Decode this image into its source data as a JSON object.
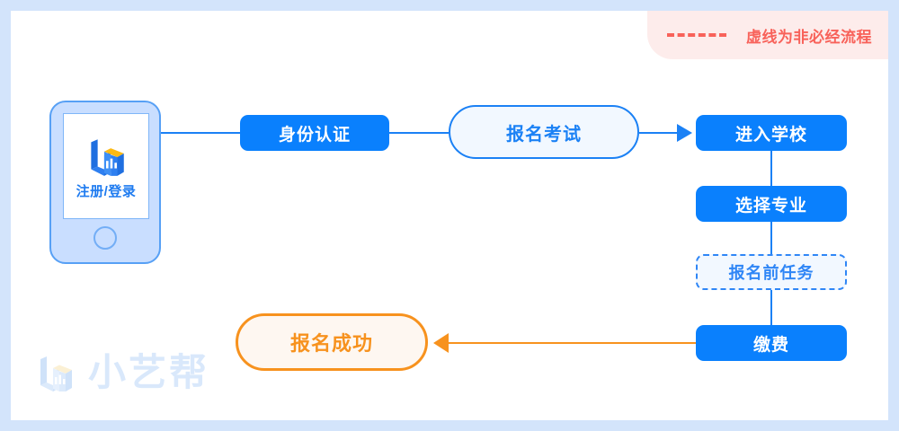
{
  "legend": {
    "dash_icon": "dashed-line-icon",
    "text": "虚线为非必经流程",
    "text_color": "#f8625a",
    "background_color": "#fdeceb"
  },
  "phone": {
    "icon": "app-logo-icon",
    "label": "注册/登录",
    "body_color": "#c9deff",
    "border_color": "#57a0f5",
    "label_color": "#1e7bf0",
    "home_button": "home-button-circle"
  },
  "nodes": {
    "identity": {
      "label": "身份认证",
      "style": "solid-blue",
      "color": "#0a80fd"
    },
    "exam": {
      "label": "报名考试",
      "style": "pill-outline-blue",
      "color": "#1b81f5"
    },
    "school": {
      "label": "进入学校",
      "style": "solid-blue",
      "color": "#0a80fd"
    },
    "major": {
      "label": "选择专业",
      "style": "solid-blue",
      "color": "#0a80fd"
    },
    "pretask": {
      "label": "报名前任务",
      "style": "dashed-blue",
      "color": "#2f86f6"
    },
    "payment": {
      "label": "缴费",
      "style": "solid-blue",
      "color": "#0a80fd"
    },
    "success": {
      "label": "报名成功",
      "style": "pill-outline-orange",
      "color": "#f7921e"
    }
  },
  "connectors": {
    "phone_to_identity": "line-horizontal",
    "identity_to_exam": "line-horizontal",
    "exam_to_school": "arrow-right",
    "school_to_major": "line-vertical",
    "major_to_pretask": "line-vertical",
    "pretask_to_payment": "line-vertical",
    "payment_to_success": "arrow-left"
  },
  "watermark": {
    "icon": "brand-logo-icon",
    "text": "小艺帮",
    "color": "#d9e8fb"
  },
  "frame": {
    "border_color": "#d3e4fb"
  }
}
